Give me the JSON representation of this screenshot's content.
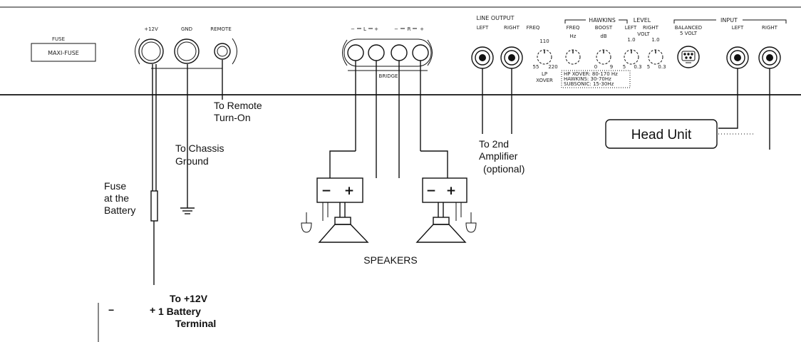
{
  "amp": {
    "fuse_title": "FUSE",
    "fuse_name": "MAXI-FUSE",
    "power_labels": [
      "+12V",
      "GND",
      "REMOTE"
    ],
    "speaker_header": [
      "−",
      "L",
      "+",
      "−",
      "R",
      "+"
    ],
    "speaker_footer": [
      "",
      "BRIDGE",
      ""
    ],
    "line_output": {
      "title": "LINE OUTPUT",
      "left": "LEFT",
      "right": "RIGHT",
      "freq_label": "FREQ",
      "freq_low": "55",
      "freq_high": "220",
      "freq_mid": "110",
      "lp_label": "LP",
      "xover_label": "XOVER"
    },
    "hawkins": {
      "title": "HAWKINS",
      "freq_label": "FREQ",
      "freq_unit": "Hz",
      "boost_label": "BOOST",
      "boost_unit": "dB",
      "boost_low": "0",
      "boost_high": "9"
    },
    "level": {
      "title": "LEVEL",
      "left": "LEFT",
      "right": "RIGHT",
      "volt": "VOLT",
      "knob_top_left": "1.0",
      "knob_top_right": "1.0",
      "left_low": "5",
      "left_high": "0.3",
      "right_low": "5",
      "right_high": "0.3"
    },
    "spec_lines": [
      "HP XOVER: 80-170 Hz",
      "HAWKINS: 30-70Hz",
      "SUBSONIC: 15-30Hz"
    ],
    "input": {
      "title": "INPUT",
      "balanced": "BALANCED",
      "volt": "5 VOLT",
      "left": "LEFT",
      "right": "RIGHT"
    }
  },
  "annotations": {
    "remote_line1": "To Remote",
    "remote_line2": "Turn-On",
    "chassis_line1": "To Chassis",
    "chassis_line2": "Ground",
    "fuse_line1": "Fuse",
    "fuse_line2": "at the",
    "fuse_line3": "Battery",
    "amp2_line1": "To 2nd",
    "amp2_line2": "Amplifier",
    "amp2_line3": "(optional)",
    "head_unit": "Head Unit",
    "speakers": "SPEAKERS",
    "battery_line1": "To +12V",
    "battery_line2": "1 Battery",
    "battery_line3": "Terminal",
    "minus": "−",
    "plus": "+"
  },
  "speaker_terminals": {
    "minus": "−",
    "plus": "+"
  }
}
